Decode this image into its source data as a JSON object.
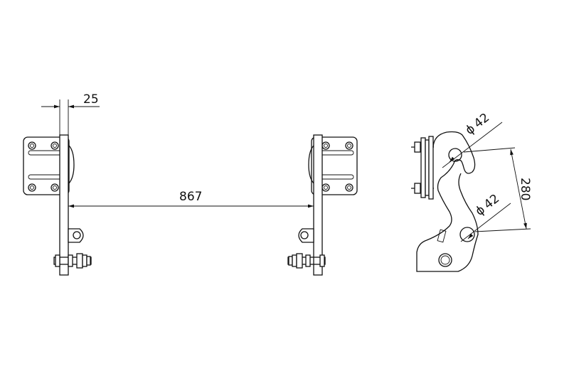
{
  "drawing": {
    "dimensions": {
      "plate_thickness": "25",
      "frame_width": "867",
      "hook_diameter": "42",
      "pin_diameter": "42",
      "hook_spacing": "280"
    },
    "diameter_symbol": "ϕ"
  }
}
